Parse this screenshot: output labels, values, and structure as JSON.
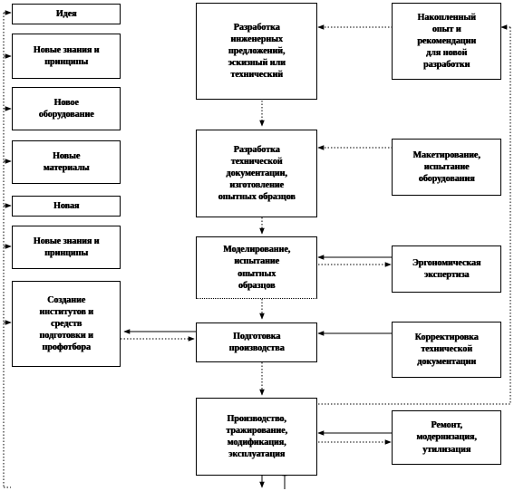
{
  "left_column": [
    {
      "id": "idea",
      "label": "Идея"
    },
    {
      "id": "new-knowledge-1",
      "label": "Новые знания и\nпринципы"
    },
    {
      "id": "new-equipment",
      "label": "Новое\nоборудование"
    },
    {
      "id": "new-materials",
      "label": "Новые\nматериалы"
    },
    {
      "id": "novelty",
      "label": "Новая"
    },
    {
      "id": "new-knowledge-2",
      "label": "Новые знания и\nпринципы"
    },
    {
      "id": "institutes",
      "label": "Создание\nинститутов и\nсредств\nподготовки и\nпрофотбора"
    }
  ],
  "center_column": [
    {
      "id": "engineering-proposals",
      "label": "Разработка\nинженерных\nпредложений,\nэскизный или\nтехнический"
    },
    {
      "id": "technical-docs",
      "label": "Разработка\nтехнической\nдокументации,\nизготовление\nопытных образцов"
    },
    {
      "id": "modeling-testing",
      "label": "Моделирование,\nиспытание\nопытных\nобразцов"
    },
    {
      "id": "production-prep",
      "label": "Подготовка\nпроизводства"
    },
    {
      "id": "production-operation",
      "label": "Производство,\nтражирование,\nмодификация,\nэксплуатация"
    }
  ],
  "right_column": [
    {
      "id": "accumulated-experience",
      "label": "Накопленный\nопыт и\nрекомендации\nдля новой\nразработки"
    },
    {
      "id": "prototyping",
      "label": "Макетирование,\nиспытание\nоборудования"
    },
    {
      "id": "ergonomic-review",
      "label": "Эргономическая\nэкспертиза"
    },
    {
      "id": "doc-correction",
      "label": "Корректировка\nтехнической\nдокументации"
    },
    {
      "id": "repair",
      "label": "Ремонт,\nмодернизация,\nутилизация"
    }
  ]
}
